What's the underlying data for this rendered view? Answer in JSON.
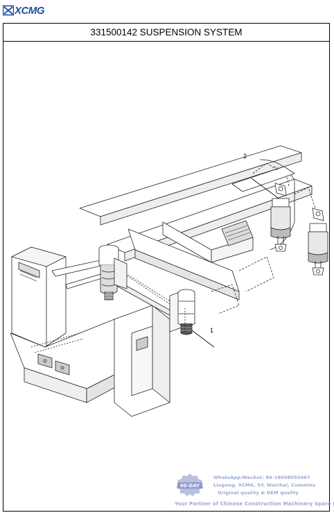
{
  "brand": {
    "logo_text": "XCMG",
    "icon": "xcmg-logo-icon",
    "color": "#1f4e9c"
  },
  "page": {
    "title": "331500142 SUSPENSION SYSTEM"
  },
  "callouts": [
    {
      "label": "2",
      "part": "shock-absorber"
    },
    {
      "label": "1",
      "part": "air-spring-assembly"
    }
  ],
  "watermark": {
    "badge_text": "90-DAY",
    "line1": "WhatsApp/Wechat: 86-18008055067",
    "line2": "Liugong, XCMG, SY, Weichai, Cummins",
    "line3": "Original quality & OEM quality",
    "line4": "Your Partner of Chinese Construction Machinery Spare Parts",
    "color": "#9aa6cf"
  }
}
